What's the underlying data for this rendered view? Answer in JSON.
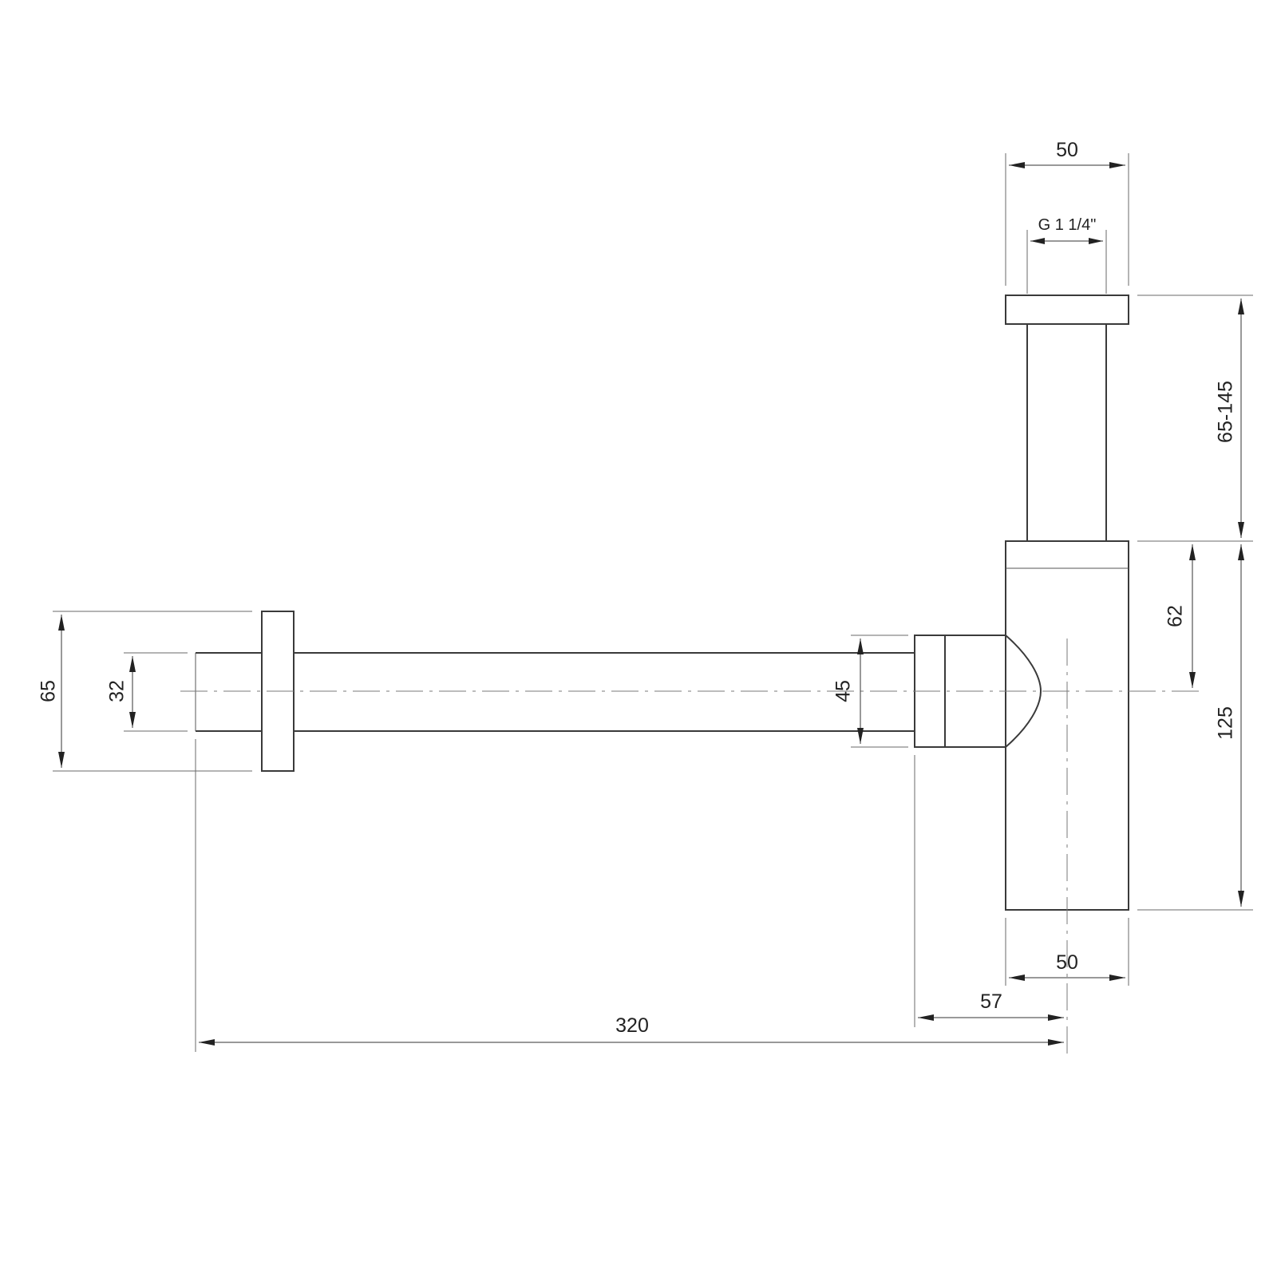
{
  "dimensions": {
    "outlet_flange_height": "65",
    "outlet_pipe_diameter": "32",
    "nut_height": "45",
    "thread_size": "G 1 1/4\"",
    "top_width": "50",
    "tailpiece_length": "65-145",
    "inlet_height": "62",
    "body_height": "125",
    "body_width": "50",
    "nut_offset": "57",
    "total_length": "320"
  }
}
